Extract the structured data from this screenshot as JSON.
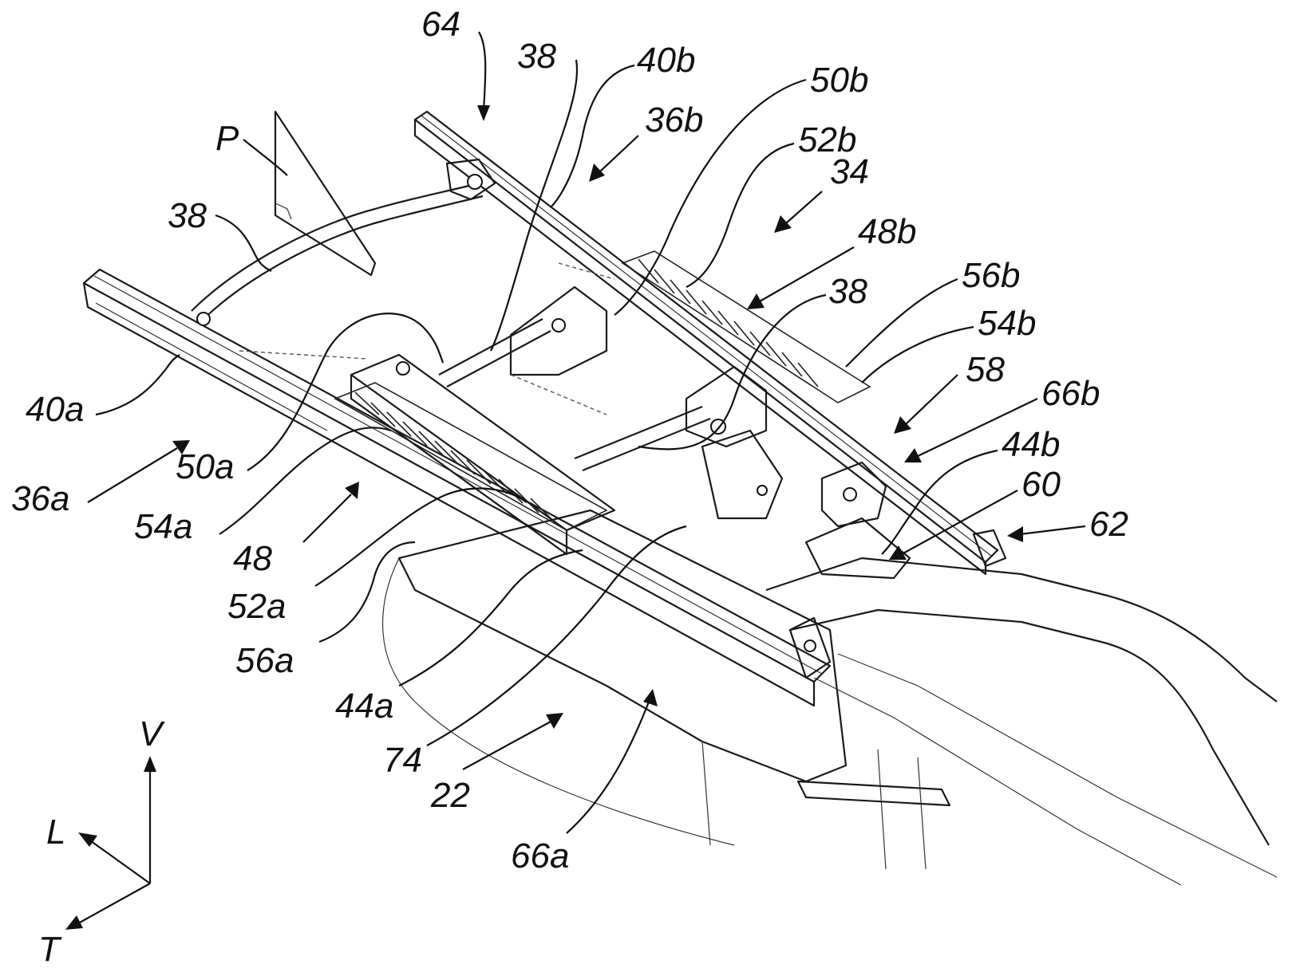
{
  "figure": {
    "labels": {
      "l64": "64",
      "l38_top": "38",
      "l40b": "40b",
      "l50b": "50b",
      "l36b": "36b",
      "l52b": "52b",
      "lP": "P",
      "l34": "34",
      "l38_left": "38",
      "l48b": "48b",
      "l56b": "56b",
      "l38_mid": "38",
      "l54b": "54b",
      "l58": "58",
      "l66b": "66b",
      "l40a": "40a",
      "l44b": "44b",
      "l60": "60",
      "l50a": "50a",
      "l62": "62",
      "l36a": "36a",
      "l54a": "54a",
      "l48": "48",
      "l52a": "52a",
      "l56a": "56a",
      "l44a": "44a",
      "l74": "74",
      "l22": "22",
      "l66a": "66a"
    },
    "axes": {
      "vertical": "V",
      "longitudinal": "L",
      "transverse": "T"
    }
  }
}
